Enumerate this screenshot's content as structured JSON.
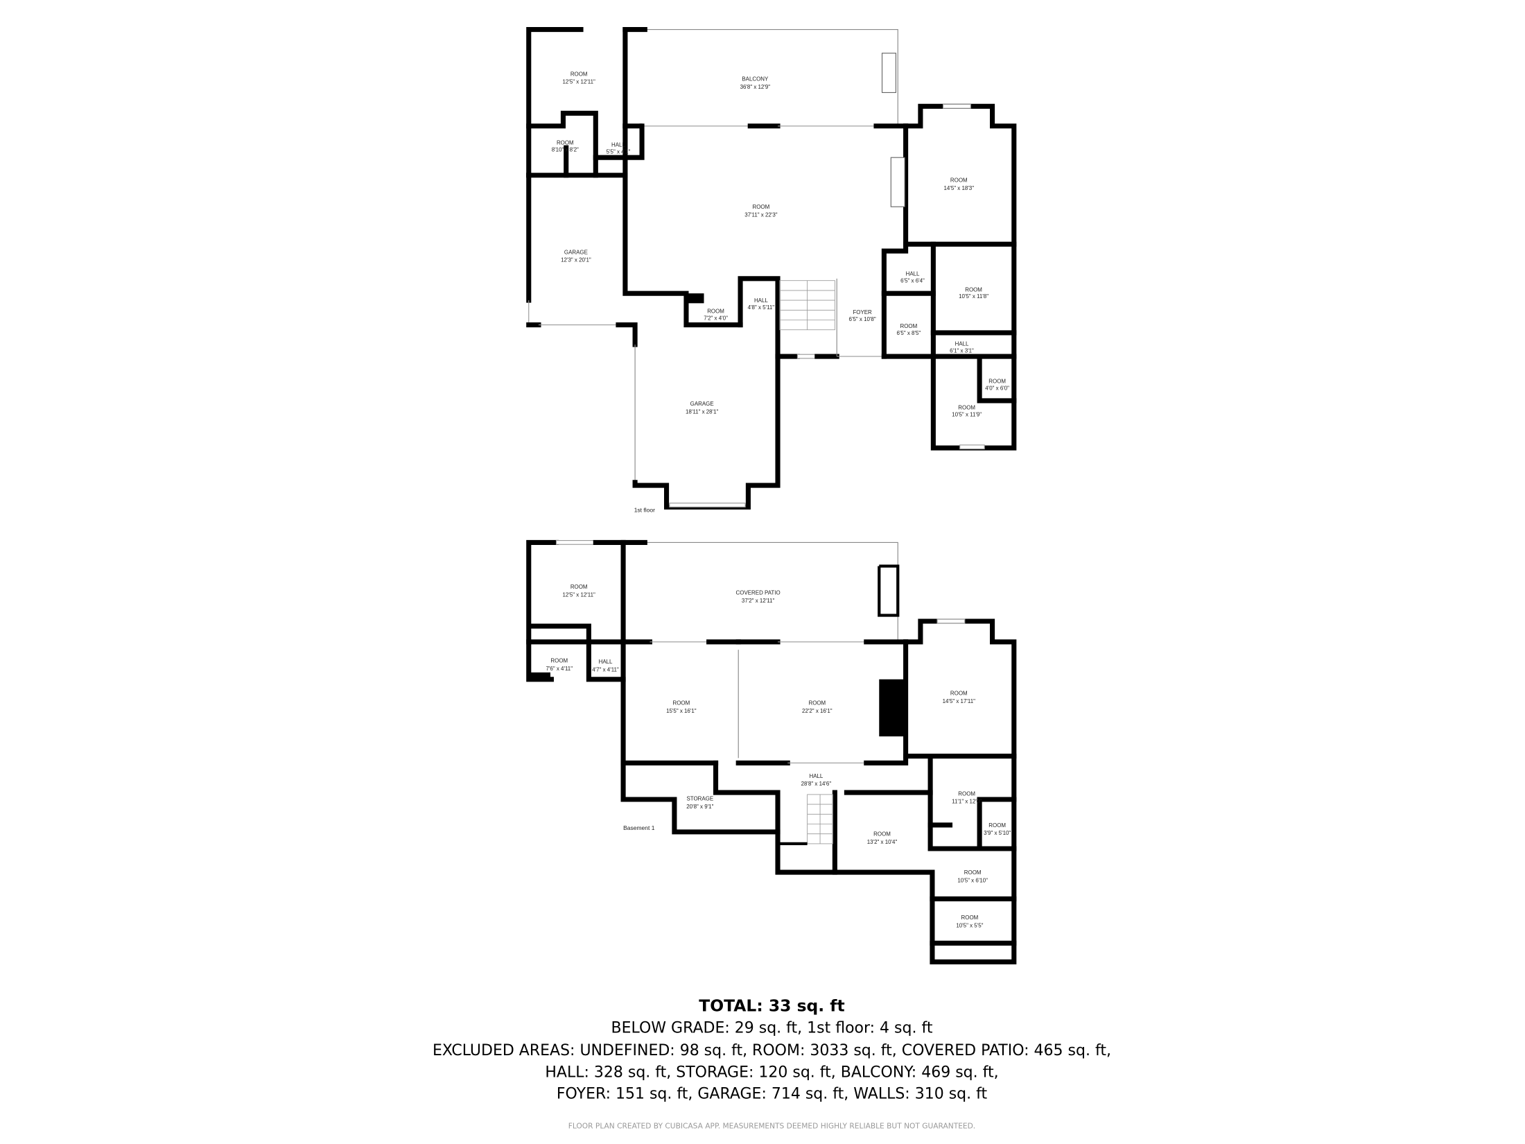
{
  "colors": {
    "walls": "#000000",
    "background": "#ffffff",
    "disclaimer": "#999999"
  },
  "floors": {
    "first": {
      "label": "1st floor",
      "rooms": [
        {
          "name": "ROOM",
          "dims": "12'5\" x 12'11\""
        },
        {
          "name": "BALCONY",
          "dims": "36'8\" x 12'9\""
        },
        {
          "name": "ROOM",
          "dims": "8'10\" x 8'2\""
        },
        {
          "name": "HALL",
          "dims": "5'5\" x 4'1\""
        },
        {
          "name": "ROOM",
          "dims": "37'11\" x 22'3\""
        },
        {
          "name": "ROOM",
          "dims": "14'5\" x 18'3\""
        },
        {
          "name": "GARAGE",
          "dims": "12'3\" x 20'1\""
        },
        {
          "name": "HALL",
          "dims": "6'5\" x 6'4\""
        },
        {
          "name": "ROOM",
          "dims": "10'5\" x 11'8\""
        },
        {
          "name": "HALL",
          "dims": "4'8\" x 5'11\""
        },
        {
          "name": "ROOM",
          "dims": "7'2\" x 4'0\""
        },
        {
          "name": "FOYER",
          "dims": "6'5\" x 10'8\""
        },
        {
          "name": "ROOM",
          "dims": "6'5\" x 8'5\""
        },
        {
          "name": "HALL",
          "dims": "6'1\" x 3'1\""
        },
        {
          "name": "ROOM",
          "dims": "4'0\" x 6'0\""
        },
        {
          "name": "ROOM",
          "dims": "10'5\" x 11'9\""
        },
        {
          "name": "GARAGE",
          "dims": "18'11\" x 28'1\""
        }
      ]
    },
    "basement": {
      "label": "Basement 1",
      "rooms": [
        {
          "name": "ROOM",
          "dims": "12'5\" x 12'11\""
        },
        {
          "name": "COVERED PATIO",
          "dims": "37'2\" x 12'11\""
        },
        {
          "name": "ROOM",
          "dims": "7'6\" x 4'11\""
        },
        {
          "name": "HALL",
          "dims": "4'7\" x 4'11\""
        },
        {
          "name": "ROOM",
          "dims": "15'5\" x 16'1\""
        },
        {
          "name": "ROOM",
          "dims": "22'2\" x 16'1\""
        },
        {
          "name": "ROOM",
          "dims": "14'5\" x 17'11\""
        },
        {
          "name": "HALL",
          "dims": "28'8\" x 14'6\""
        },
        {
          "name": "STORAGE",
          "dims": "20'8\" x 9'1\""
        },
        {
          "name": "ROOM",
          "dims": "11'1\" x 12'0\""
        },
        {
          "name": "ROOM",
          "dims": "3'9\" x 5'10\""
        },
        {
          "name": "ROOM",
          "dims": "13'2\" x 10'4\""
        },
        {
          "name": "ROOM",
          "dims": "10'5\" x 6'10\""
        },
        {
          "name": "ROOM",
          "dims": "10'5\" x 5'5\""
        }
      ]
    }
  },
  "summary": {
    "total": "TOTAL: 33 sq. ft",
    "line1": "BELOW GRADE: 29 sq. ft, 1st floor: 4 sq. ft",
    "line2": "EXCLUDED AREAS: UNDEFINED: 98 sq. ft, ROOM: 3033 sq. ft, COVERED PATIO: 465 sq. ft,",
    "line3": "HALL: 328 sq. ft, STORAGE: 120 sq. ft, BALCONY: 469 sq. ft,",
    "line4": "FOYER: 151 sq. ft, GARAGE: 714 sq. ft, WALLS: 310 sq. ft",
    "disclaimer": "FLOOR PLAN CREATED BY CUBICASA APP. MEASUREMENTS DEEMED HIGHLY RELIABLE BUT NOT GUARANTEED."
  }
}
